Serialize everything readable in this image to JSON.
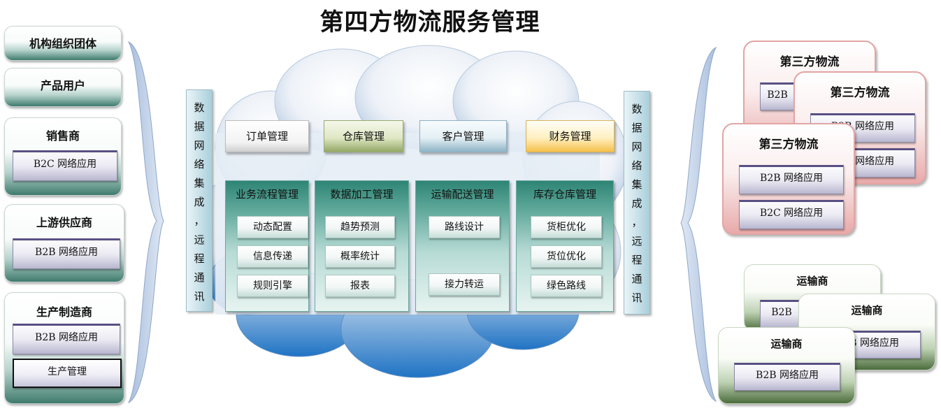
{
  "title": "第四方物流服务管理",
  "left": {
    "org": "机构组织团体",
    "product_user": "产品用户",
    "seller": {
      "title": "销售商",
      "app": "B2C  网络应用"
    },
    "upstream": {
      "title": "上游供应商",
      "app": "B2B  网络应用"
    },
    "manufacturer": {
      "title": "生产制造商",
      "app": "B2B  网络应用",
      "mgmt": "生产管理"
    }
  },
  "vbar_left": [
    "数",
    "据",
    "网",
    "络",
    "集",
    "成",
    "，",
    "远",
    "程",
    "通",
    "讯"
  ],
  "vbar_right": [
    "数",
    "据",
    "网",
    "络",
    "集",
    "成",
    "，",
    "远",
    "程",
    "通",
    "讯"
  ],
  "top": [
    "订单管理",
    "仓库管理",
    "客户管理",
    "财务管理"
  ],
  "panels": [
    {
      "title": "业务流程管理",
      "items": [
        "动态配置",
        "信息传递",
        "规则引擎"
      ]
    },
    {
      "title": "数据加工管理",
      "items": [
        "趋势预测",
        "概率统计",
        "报表"
      ]
    },
    {
      "title": "运输配送管理",
      "items": [
        "路线设计",
        "接力转运"
      ]
    },
    {
      "title": "库存仓库管理",
      "items": [
        "货柜优化",
        "货位优化",
        "绿色路线"
      ]
    }
  ],
  "tpl": {
    "title": "第三方物流",
    "b1": "B2B  网络应用",
    "b2": "B2C  网络应用",
    "b1_short": "B2B",
    "b1_tail": "B2B  网络应用",
    "b2_tail": "B2C  网络应用",
    "b1_frag": "网络应用",
    "b2_frag": "网络应用"
  },
  "carrier": {
    "title": "运输商",
    "app": "B2B  网络应用",
    "short": "B2B",
    "frag": "网络应用"
  }
}
